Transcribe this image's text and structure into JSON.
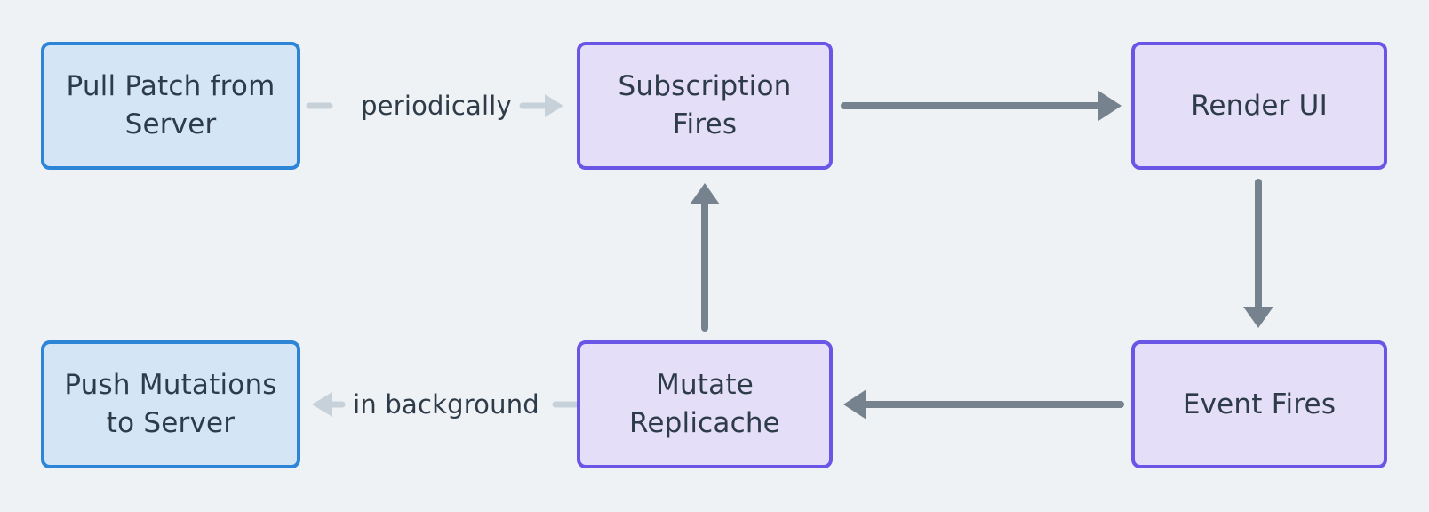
{
  "diagram": {
    "type": "flowchart",
    "nodes": {
      "pull_patch": {
        "label": "Pull Patch from Server",
        "variant": "blue"
      },
      "subscription_fires": {
        "label": "Subscription Fires",
        "variant": "purple"
      },
      "render_ui": {
        "label": "Render UI",
        "variant": "purple"
      },
      "push_mutations": {
        "label": "Push Mutations to Server",
        "variant": "blue"
      },
      "mutate_replicache": {
        "label": "Mutate Replicache",
        "variant": "purple"
      },
      "event_fires": {
        "label": "Event Fires",
        "variant": "purple"
      }
    },
    "edges": [
      {
        "from": "pull_patch",
        "to": "subscription_fires",
        "label": "periodically",
        "style": "light"
      },
      {
        "from": "subscription_fires",
        "to": "render_ui",
        "label": "",
        "style": "dark"
      },
      {
        "from": "render_ui",
        "to": "event_fires",
        "label": "",
        "style": "dark"
      },
      {
        "from": "event_fires",
        "to": "mutate_replicache",
        "label": "",
        "style": "dark"
      },
      {
        "from": "mutate_replicache",
        "to": "subscription_fires",
        "label": "",
        "style": "dark"
      },
      {
        "from": "mutate_replicache",
        "to": "push_mutations",
        "label": "in background",
        "style": "light"
      }
    ],
    "colors": {
      "background": "#eff2f5",
      "blue_node_fill": "#d4e5f6",
      "blue_node_border": "#2d85d8",
      "purple_node_fill": "#e4def9",
      "purple_node_border": "#6a55e6",
      "dark_arrow": "#76838f",
      "light_arrow": "#c7d1da",
      "label_text": "#2e3c4a"
    }
  }
}
